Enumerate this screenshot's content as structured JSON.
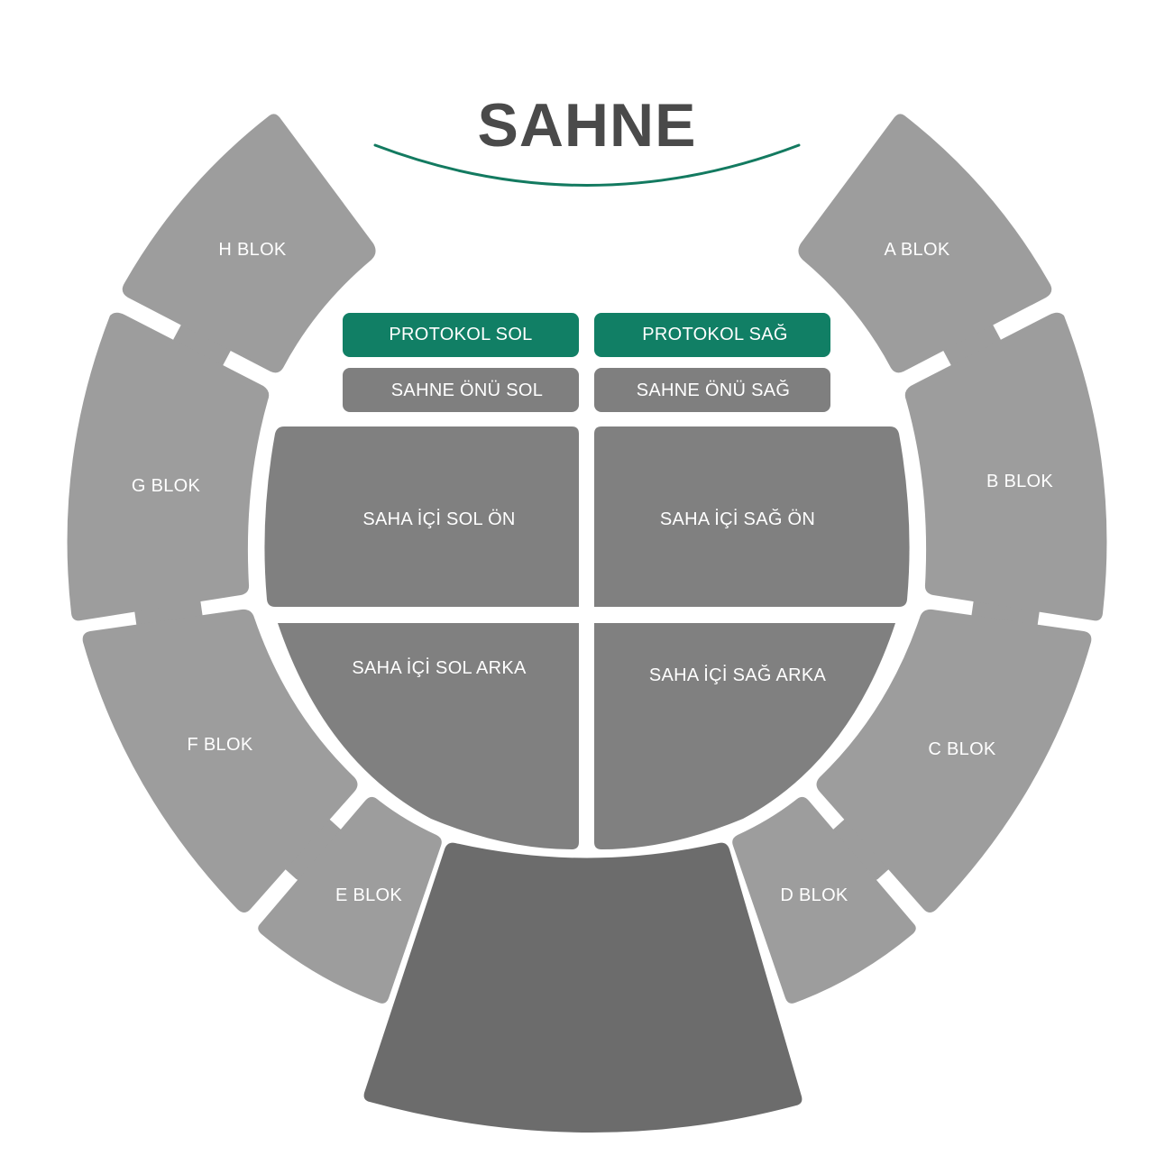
{
  "stage": {
    "title": "SAHNE",
    "curve_color": "#137a60"
  },
  "colors": {
    "outer_block": "#9d9d9d",
    "inner_field": "#808080",
    "front_stage": "#7f7f7f",
    "protocol": "#117f65",
    "bottom_stand": "#6c6c6c",
    "connector": "#ffffff",
    "background": "#ffffff"
  },
  "blocks": {
    "a": "A BLOK",
    "b": "B BLOK",
    "c": "C BLOK",
    "d": "D BLOK",
    "e": "E BLOK",
    "f": "F BLOK",
    "g": "G BLOK",
    "h": "H BLOK"
  },
  "protocol": {
    "left": "PROTOKOL SOL",
    "right": "PROTOKOL SAĞ"
  },
  "front": {
    "left": "SAHNE ÖNÜ SOL",
    "right": "SAHNE ÖNÜ SAĞ"
  },
  "field": {
    "left_front": "SAHA İÇİ SOL ÖN",
    "right_front": "SAHA İÇİ SAĞ ÖN",
    "left_back": "SAHA İÇİ SOL ARKA",
    "right_back": "SAHA İÇİ SAĞ ARKA"
  }
}
